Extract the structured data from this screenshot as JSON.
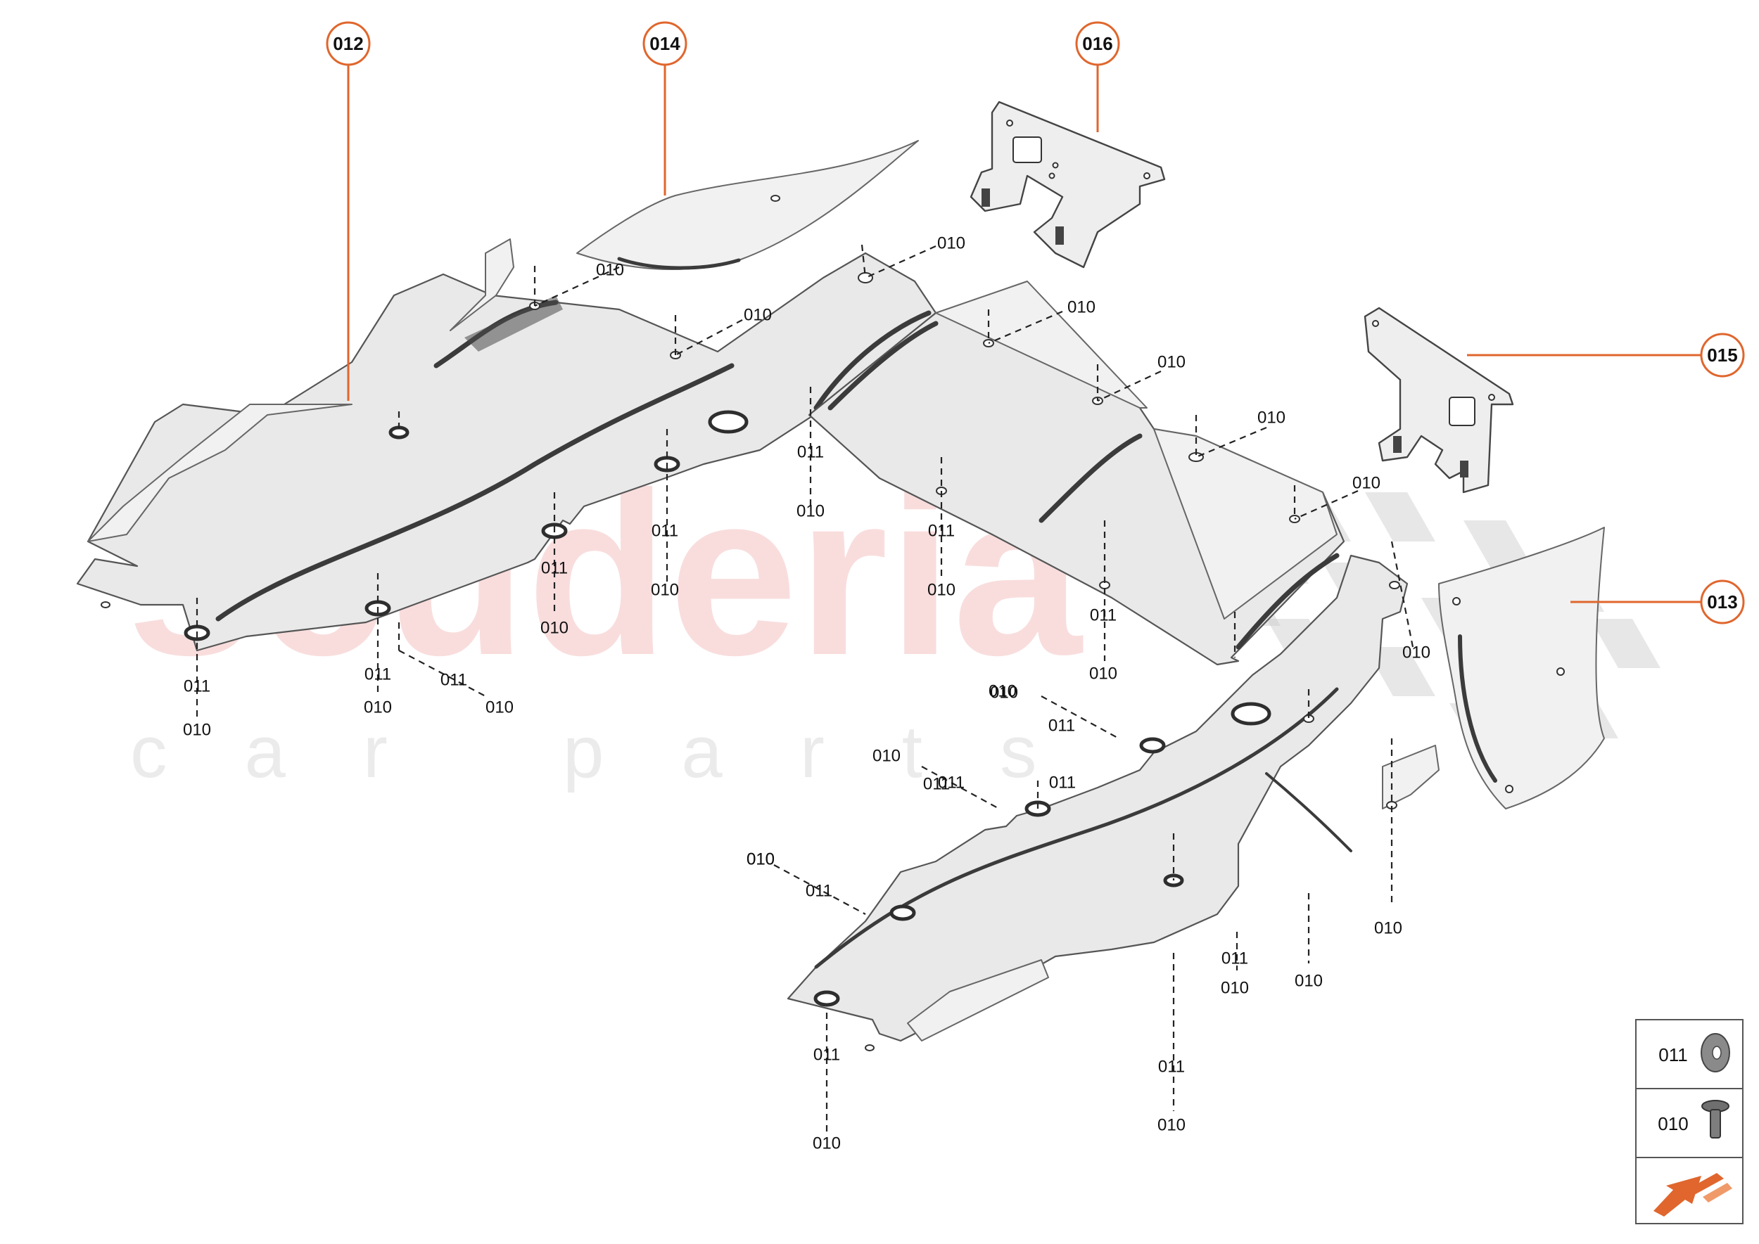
{
  "watermark": {
    "brand": "scuderia",
    "sub": "car parts"
  },
  "callouts": [
    {
      "id": "012",
      "label": "012"
    },
    {
      "id": "014",
      "label": "014"
    },
    {
      "id": "016",
      "label": "016"
    },
    {
      "id": "015",
      "label": "015"
    },
    {
      "id": "013",
      "label": "013"
    }
  ],
  "ref_labels": [
    "010",
    "010",
    "010",
    "010",
    "010",
    "010",
    "010",
    "011",
    "010",
    "011",
    "010",
    "011",
    "010",
    "011",
    "010",
    "011",
    "010",
    "011",
    "010",
    "011",
    "010",
    "011",
    "010",
    "011",
    "010",
    "010",
    "010",
    "011",
    "010",
    "011",
    "010",
    "011",
    "010",
    "011",
    "011",
    "010",
    "010",
    "010",
    "011",
    "010",
    "011",
    "010"
  ],
  "legend": {
    "rows": [
      {
        "code": "011",
        "icon": "washer-icon"
      },
      {
        "code": "010",
        "icon": "screw-icon"
      }
    ],
    "direction_icon": "front-direction-arrow-icon"
  },
  "colors": {
    "callout": "#e0662d",
    "part": "#e9e9e9",
    "watermark_red": "#f5c2c2",
    "arrow": "#e0662d"
  }
}
